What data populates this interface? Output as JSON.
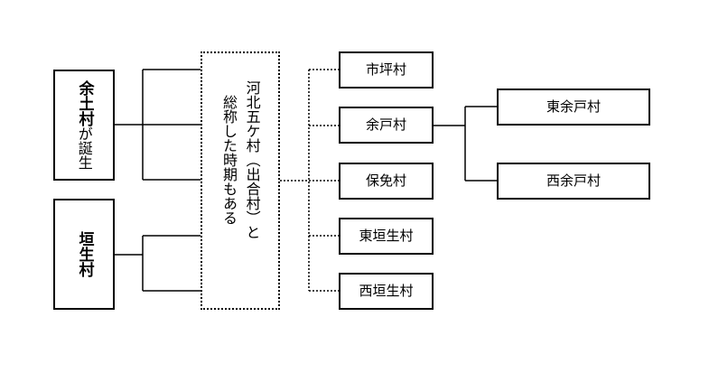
{
  "nodes": {
    "yodo_village": {
      "name_bold": "余土村",
      "suffix": "が誕生"
    },
    "kaki_village": {
      "name_bold": "垣生村"
    },
    "hub": {
      "lines": [
        "河北五ケ村（出合村）と",
        "総称した時期もある"
      ]
    },
    "ichitsubo": {
      "label": "市坪村"
    },
    "yoto": {
      "label": "余戸村"
    },
    "hobe": {
      "label": "保免村"
    },
    "higashi_kaki": {
      "label": "東垣生村"
    },
    "nishi_kaki": {
      "label": "西垣生村"
    },
    "higashi_yoto": {
      "label": "東余戸村"
    },
    "nishi_yoto": {
      "label": "西余戸村"
    }
  },
  "colors": {
    "line": "#000000",
    "background": "#ffffff"
  }
}
